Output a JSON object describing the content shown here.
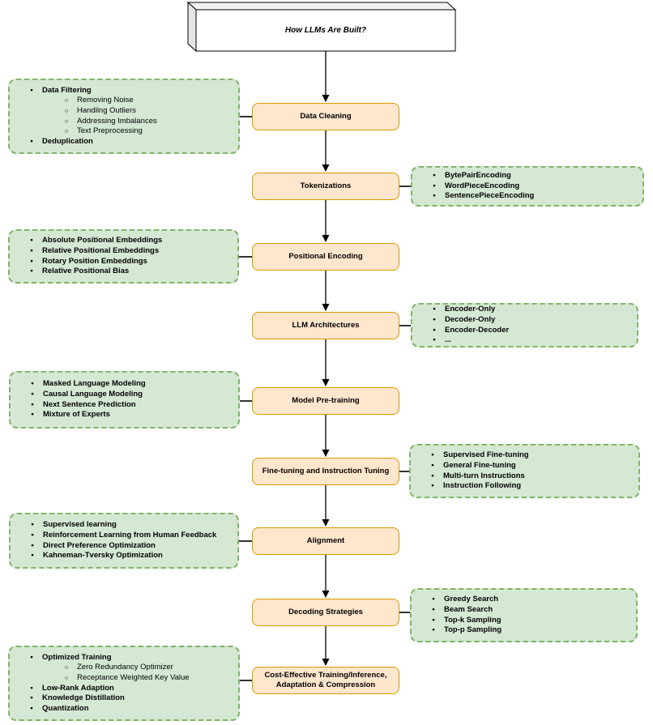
{
  "title": "How LLMs Are Built?",
  "colors": {
    "node_fill": "#ffe6cc",
    "node_border": "#d79b00",
    "note_fill": "#d5e8d4",
    "note_border": "#82b366",
    "connector": "#333333",
    "arrow": "#000000"
  },
  "rows": [
    {
      "step": "Data Cleaning",
      "side": "left",
      "items": [
        {
          "text": "Data Filtering",
          "bold": true,
          "sub": false
        },
        {
          "text": "Removing Noise",
          "bold": false,
          "sub": true
        },
        {
          "text": "Handling Outliers",
          "bold": false,
          "sub": true
        },
        {
          "text": "Addressing Imbalances",
          "bold": false,
          "sub": true
        },
        {
          "text": "Text Preprocessing",
          "bold": false,
          "sub": true
        },
        {
          "text": "Deduplication",
          "bold": true,
          "sub": false
        }
      ]
    },
    {
      "step": "Tokenizations",
      "side": "right",
      "items": [
        {
          "text": "BytePairEncoding",
          "bold": true,
          "sub": false
        },
        {
          "text": "WordPieceEncoding",
          "bold": true,
          "sub": false
        },
        {
          "text": "SentencePieceEncoding",
          "bold": true,
          "sub": false
        }
      ]
    },
    {
      "step": "Positional Encoding",
      "side": "left",
      "items": [
        {
          "text": "Absolute Positional Embeddings",
          "bold": true,
          "sub": false
        },
        {
          "text": "Relative Positional Embeddings",
          "bold": true,
          "sub": false
        },
        {
          "text": "Rotary Position Embeddings",
          "bold": true,
          "sub": false
        },
        {
          "text": "Relative Positional Bias",
          "bold": true,
          "sub": false
        }
      ]
    },
    {
      "step": "LLM Architectures",
      "side": "right",
      "items": [
        {
          "text": "Encoder-Only",
          "bold": true,
          "sub": false
        },
        {
          "text": "Decoder-Only",
          "bold": true,
          "sub": false
        },
        {
          "text": "Encoder-Decoder",
          "bold": true,
          "sub": false
        },
        {
          "text": "...",
          "bold": true,
          "sub": false
        }
      ]
    },
    {
      "step": "Model Pre-training",
      "side": "left",
      "items": [
        {
          "text": "Masked Language Modeling",
          "bold": true,
          "sub": false
        },
        {
          "text": "Causal Language Modeling",
          "bold": true,
          "sub": false
        },
        {
          "text": "Next Sentence Prediction",
          "bold": true,
          "sub": false
        },
        {
          "text": "Mixture of Experts",
          "bold": true,
          "sub": false
        }
      ]
    },
    {
      "step": "Fine-tuning and Instruction Tuning",
      "side": "right",
      "items": [
        {
          "text": "Supervised Fine-tuning",
          "bold": true,
          "sub": false
        },
        {
          "text": "General Fine-tuning",
          "bold": true,
          "sub": false
        },
        {
          "text": "Multi-turn Instructions",
          "bold": true,
          "sub": false
        },
        {
          "text": "Instruction Following",
          "bold": true,
          "sub": false
        }
      ]
    },
    {
      "step": "Alignment",
      "side": "left",
      "items": [
        {
          "text": "Supervised learning",
          "bold": true,
          "sub": false
        },
        {
          "text": "Reinforcement Learning from Human Feedback",
          "bold": true,
          "sub": false
        },
        {
          "text": "Direct Preference Optimization",
          "bold": true,
          "sub": false
        },
        {
          "text": "Kahneman-Tversky Optimization",
          "bold": true,
          "sub": false
        }
      ]
    },
    {
      "step": "Decoding Strategies",
      "side": "right",
      "items": [
        {
          "text": "Greedy Search",
          "bold": true,
          "sub": false
        },
        {
          "text": "Beam Search",
          "bold": true,
          "sub": false
        },
        {
          "text": "Top-k Sampling",
          "bold": true,
          "sub": false
        },
        {
          "text": "Top-p Sampling",
          "bold": true,
          "sub": false
        }
      ]
    },
    {
      "step": "Cost-Effective Training/Inference,\nAdaptation & Compression",
      "side": "left",
      "items": [
        {
          "text": "Optimized Training",
          "bold": true,
          "sub": false
        },
        {
          "text": "Zero Redundancy Optimizer",
          "bold": false,
          "sub": true
        },
        {
          "text": "Receptance Weighted Key Value",
          "bold": false,
          "sub": true
        },
        {
          "text": "Low-Rank Adaption",
          "bold": true,
          "sub": false
        },
        {
          "text": "Knowledge Distillation",
          "bold": true,
          "sub": false
        },
        {
          "text": "Quantization",
          "bold": true,
          "sub": false
        }
      ]
    }
  ]
}
